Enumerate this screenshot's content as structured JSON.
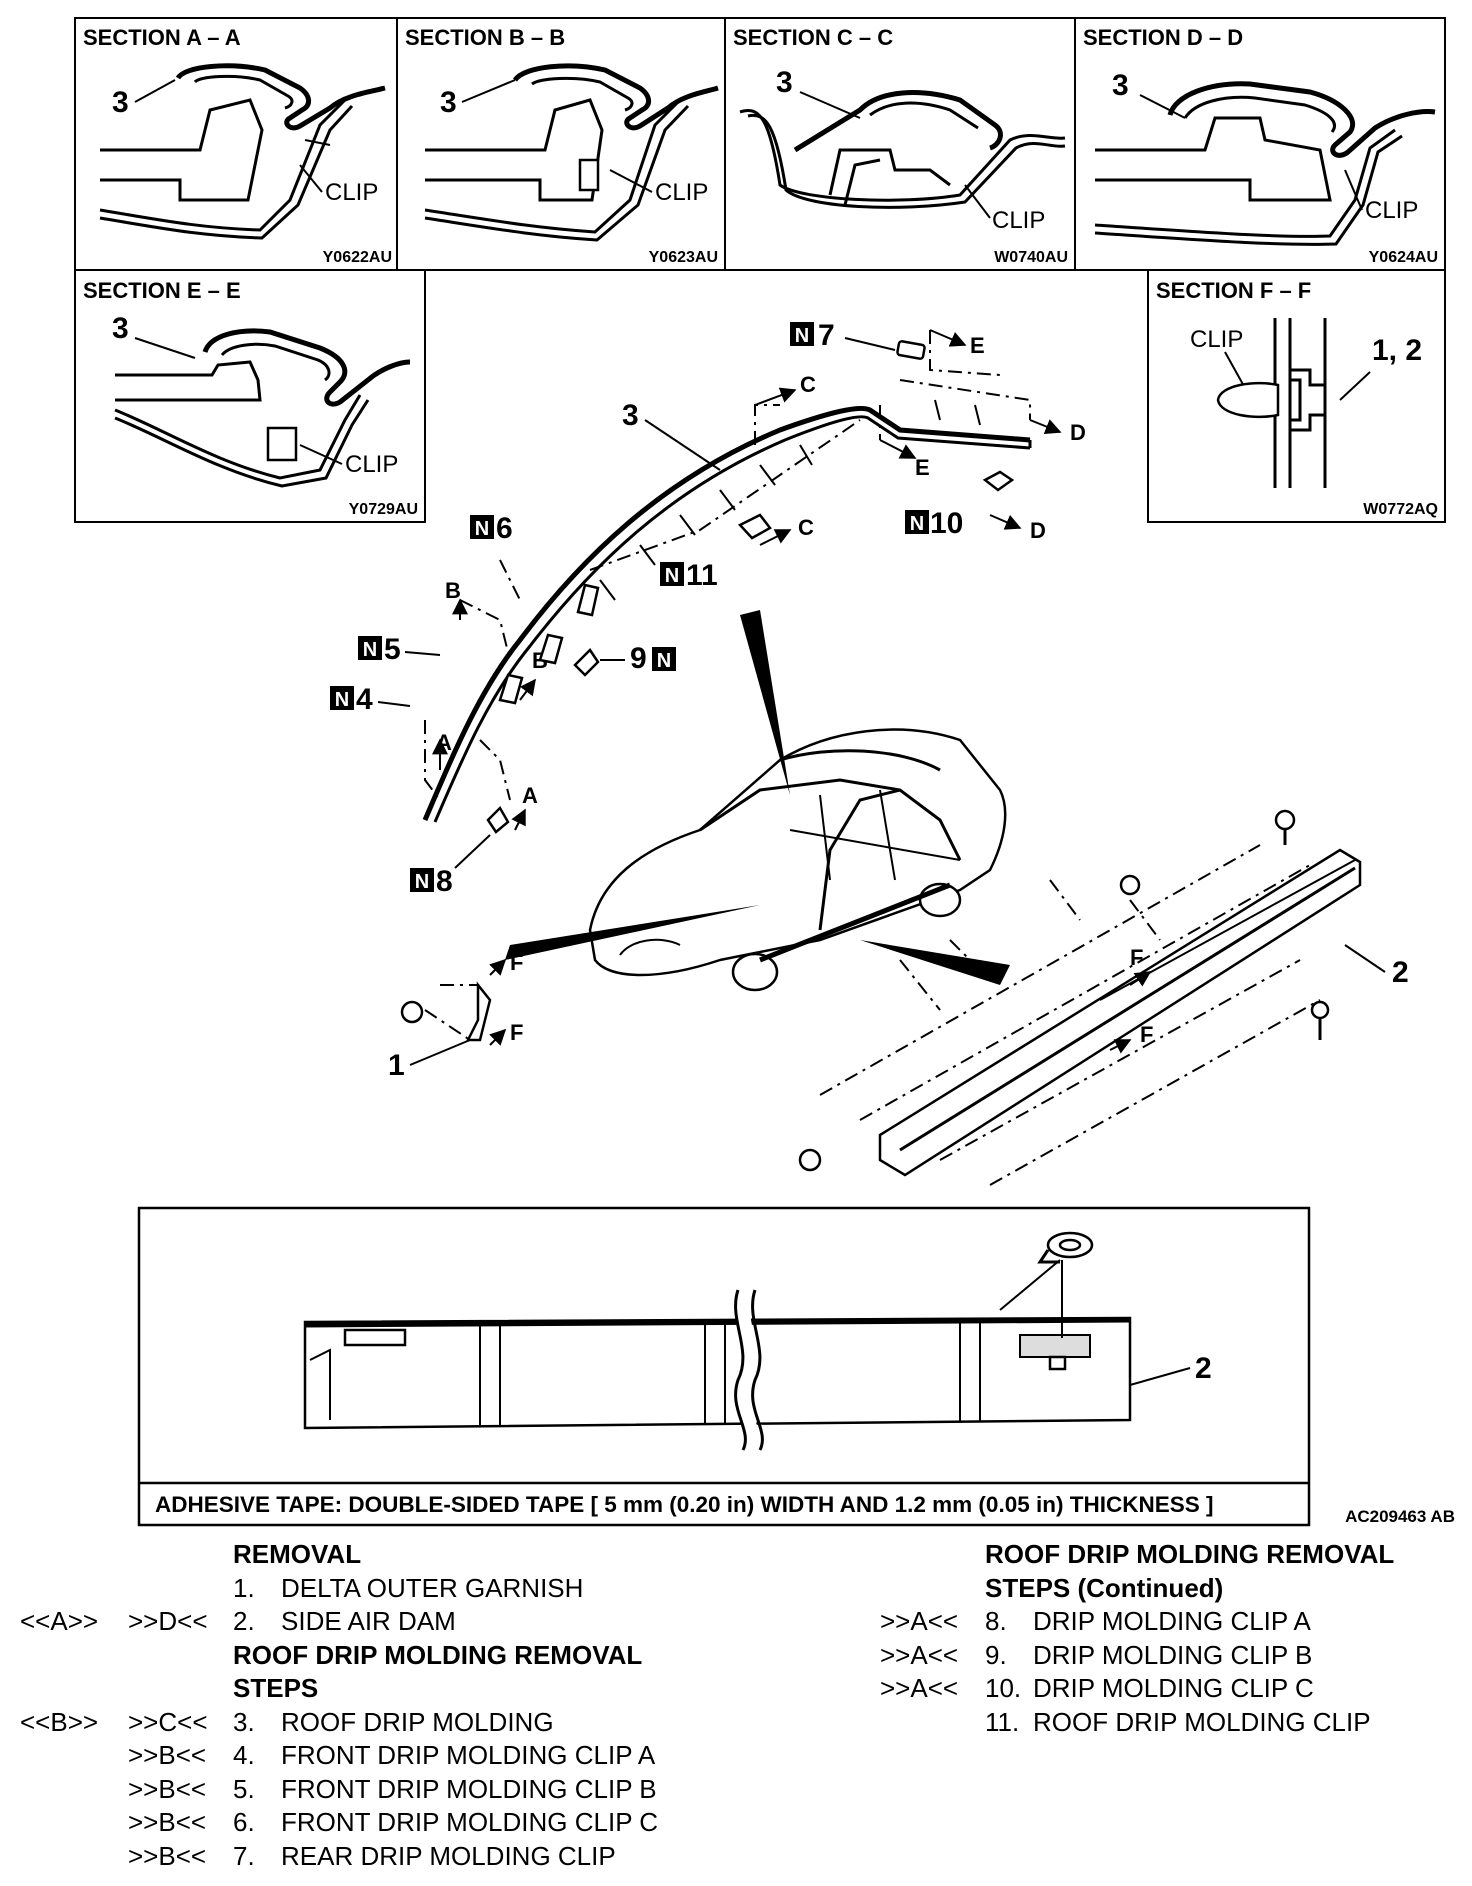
{
  "sections": {
    "a": {
      "title": "SECTION A – A",
      "part": "3",
      "clip": "CLIP",
      "code": "Y0622AU"
    },
    "b": {
      "title": "SECTION B – B",
      "part": "3",
      "clip": "CLIP",
      "code": "Y0623AU"
    },
    "c": {
      "title": "SECTION C – C",
      "part": "3",
      "clip": "CLIP",
      "code": "W0740AU"
    },
    "d": {
      "title": "SECTION D – D",
      "part": "3",
      "clip": "CLIP",
      "code": "Y0624AU"
    },
    "e": {
      "title": "SECTION E – E",
      "part": "3",
      "clip": "CLIP",
      "code": "Y0729AU"
    },
    "f": {
      "title": "SECTION F – F",
      "part": "1, 2",
      "clip": "CLIP",
      "code": "W0772AQ"
    }
  },
  "callouts": {
    "n_badge": "N",
    "p1": "1",
    "p2": "2",
    "p3": "3",
    "p4": "4",
    "p5": "5",
    "p6": "6",
    "p7": "7",
    "p8": "8",
    "p9": "9",
    "p10": "10",
    "p11": "11",
    "a": "A",
    "b": "B",
    "c": "C",
    "d": "D",
    "e": "E",
    "f": "F"
  },
  "tape_panel": {
    "part": "2",
    "note": "ADHESIVE TAPE: DOUBLE-SIDED TAPE [ 5 mm (0.20 in) WIDTH AND 1.2 mm (0.05 in) THICKNESS ]"
  },
  "figure_code": "AC209463 AB",
  "steps_left": [
    {
      "c1": "",
      "c2": "",
      "num": "",
      "text": "REMOVAL",
      "heading": true
    },
    {
      "c1": "",
      "c2": "",
      "num": "1.",
      "text": "DELTA OUTER GARNISH",
      "heading": false
    },
    {
      "c1": "<<A>>",
      "c2": ">>D<<",
      "num": "2.",
      "text": "SIDE AIR DAM",
      "heading": false
    },
    {
      "c1": "",
      "c2": "",
      "num": "",
      "text": "ROOF DRIP MOLDING REMOVAL",
      "heading": true
    },
    {
      "c1": "",
      "c2": "",
      "num": "",
      "text": "STEPS",
      "heading": true
    },
    {
      "c1": "<<B>>",
      "c2": ">>C<<",
      "num": "3.",
      "text": "ROOF DRIP MOLDING",
      "heading": false
    },
    {
      "c1": "",
      "c2": ">>B<<",
      "num": "4.",
      "text": "FRONT DRIP MOLDING CLIP A",
      "heading": false
    },
    {
      "c1": "",
      "c2": ">>B<<",
      "num": "5.",
      "text": "FRONT DRIP MOLDING CLIP B",
      "heading": false
    },
    {
      "c1": "",
      "c2": ">>B<<",
      "num": "6.",
      "text": "FRONT DRIP MOLDING CLIP C",
      "heading": false
    },
    {
      "c1": "",
      "c2": ">>B<<",
      "num": "7.",
      "text": "REAR DRIP MOLDING CLIP",
      "heading": false
    }
  ],
  "steps_right": [
    {
      "c2": "",
      "num": "",
      "text": "ROOF DRIP MOLDING REMOVAL",
      "heading": true
    },
    {
      "c2": "",
      "num": "",
      "text": "STEPS (Continued)",
      "heading": true
    },
    {
      "c2": ">>A<<",
      "num": "8.",
      "text": "DRIP MOLDING CLIP A",
      "heading": false
    },
    {
      "c2": ">>A<<",
      "num": "9.",
      "text": "DRIP MOLDING CLIP B",
      "heading": false
    },
    {
      "c2": ">>A<<",
      "num": "10.",
      "text": "DRIP MOLDING CLIP C",
      "heading": false
    },
    {
      "c2": "",
      "num": "11.",
      "text": "ROOF DRIP MOLDING CLIP",
      "heading": false
    }
  ]
}
